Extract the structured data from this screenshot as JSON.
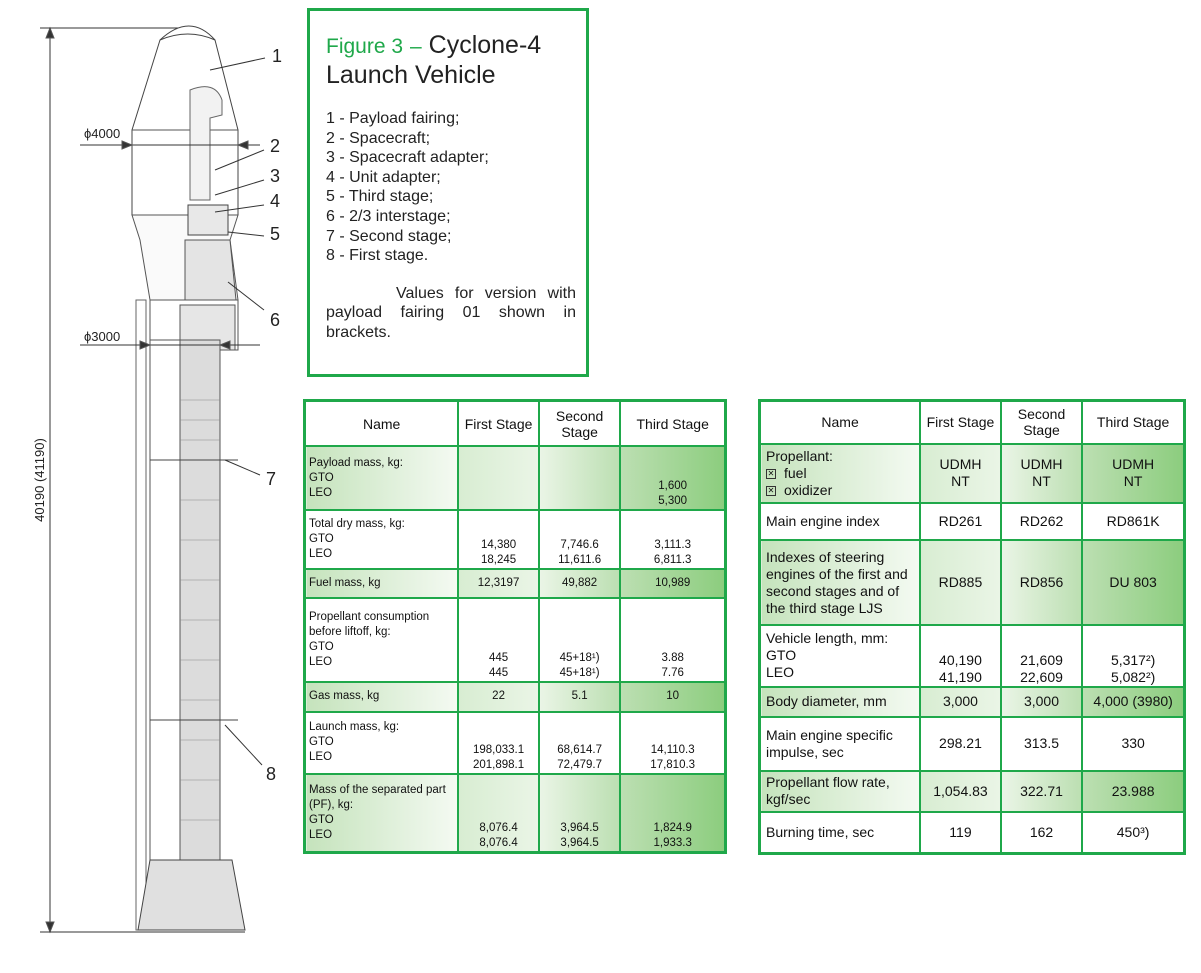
{
  "drawing": {
    "callouts": [
      "1",
      "2",
      "3",
      "4",
      "5",
      "6",
      "7",
      "8"
    ],
    "dim_top_diameter": "ϕ4000",
    "dim_mid_diameter": "ϕ3000",
    "dim_length": "40190 (41190)"
  },
  "caption": {
    "figure_label": "Figure 3",
    "dash": "–",
    "title": "Cyclone-4 Launch Vehicle",
    "legend": [
      "1 - Payload fairing;",
      "2 - Spacecraft;",
      "3 - Spacecraft adapter;",
      "4 - Unit adapter;",
      "5 - Third stage;",
      "6 - 2/3 interstage;",
      "7 - Second stage;",
      "8 - First stage."
    ],
    "note": "Values for version with payload fairing 01 shown in brackets."
  },
  "table_left": {
    "headers": [
      "Name",
      "First Stage",
      "Second Stage",
      "Third Stage"
    ],
    "rows": [
      {
        "name": "Payload mass, kg:\nGTO\nLEO",
        "first": "",
        "second": "",
        "third": "1,600\n5,300"
      },
      {
        "name": "Total dry mass, kg:\nGTO\nLEO",
        "first": "14,380\n18,245",
        "second": "7,746.6\n11,611.6",
        "third": "3,111.3\n6,811.3"
      },
      {
        "name": "Fuel mass, kg",
        "first": "12,3197",
        "second": "49,882",
        "third": "10,989"
      },
      {
        "name": "Propellant consumption before liftoff, kg:\nGTO\nLEO",
        "first": "445\n445",
        "second": "45+18¹)\n45+18¹)",
        "third": "3.88\n7.76"
      },
      {
        "name": "Gas mass, kg",
        "first": "22",
        "second": "5.1",
        "third": "10"
      },
      {
        "name": "Launch mass, kg:\nGTO\nLEO",
        "first": "198,033.1\n201,898.1",
        "second": "68,614.7\n72,479.7",
        "third": "14,110.3\n17,810.3"
      },
      {
        "name": "Mass of the separated part (PF), kg:\nGTO\nLEO",
        "first": "8,076.4\n8,076.4",
        "second": "3,964.5\n3,964.5",
        "third": "1,824.9\n1,933.3"
      }
    ]
  },
  "table_right": {
    "headers": [
      "Name",
      "First Stage",
      "Second Stage",
      "Third Stage"
    ],
    "propellant": {
      "label": "Propellant:",
      "fuel": "fuel",
      "oxidizer": "oxidizer",
      "first": "UDMH\nNT",
      "second": "UDMH\nNT",
      "third": "UDMH\nNT"
    },
    "rows": [
      {
        "name": "Main engine index",
        "first": "RD261",
        "second": "RD262",
        "third": "RD861K"
      },
      {
        "name": "Indexes of steering engines of the first and second stages and of the third stage LJS",
        "first": "RD885",
        "second": "RD856",
        "third": "DU 803"
      },
      {
        "name": "Vehicle length, mm:\nGTO\nLEO",
        "first": "40,190\n41,190",
        "second": "21,609\n22,609",
        "third": "5,317²)\n5,082²)"
      },
      {
        "name": "Body diameter, mm",
        "first": "3,000",
        "second": "3,000",
        "third": "4,000 (3980)"
      },
      {
        "name": "Main engine specific impulse, sec",
        "first": "298.21",
        "second": "313.5",
        "third": "330"
      },
      {
        "name": "Propellant flow rate, kgf/sec",
        "first": "1,054.83",
        "second": "322.71",
        "third": "23.988"
      },
      {
        "name": "Burning time, sec",
        "first": "119",
        "second": "162",
        "third": "450³)"
      }
    ]
  }
}
